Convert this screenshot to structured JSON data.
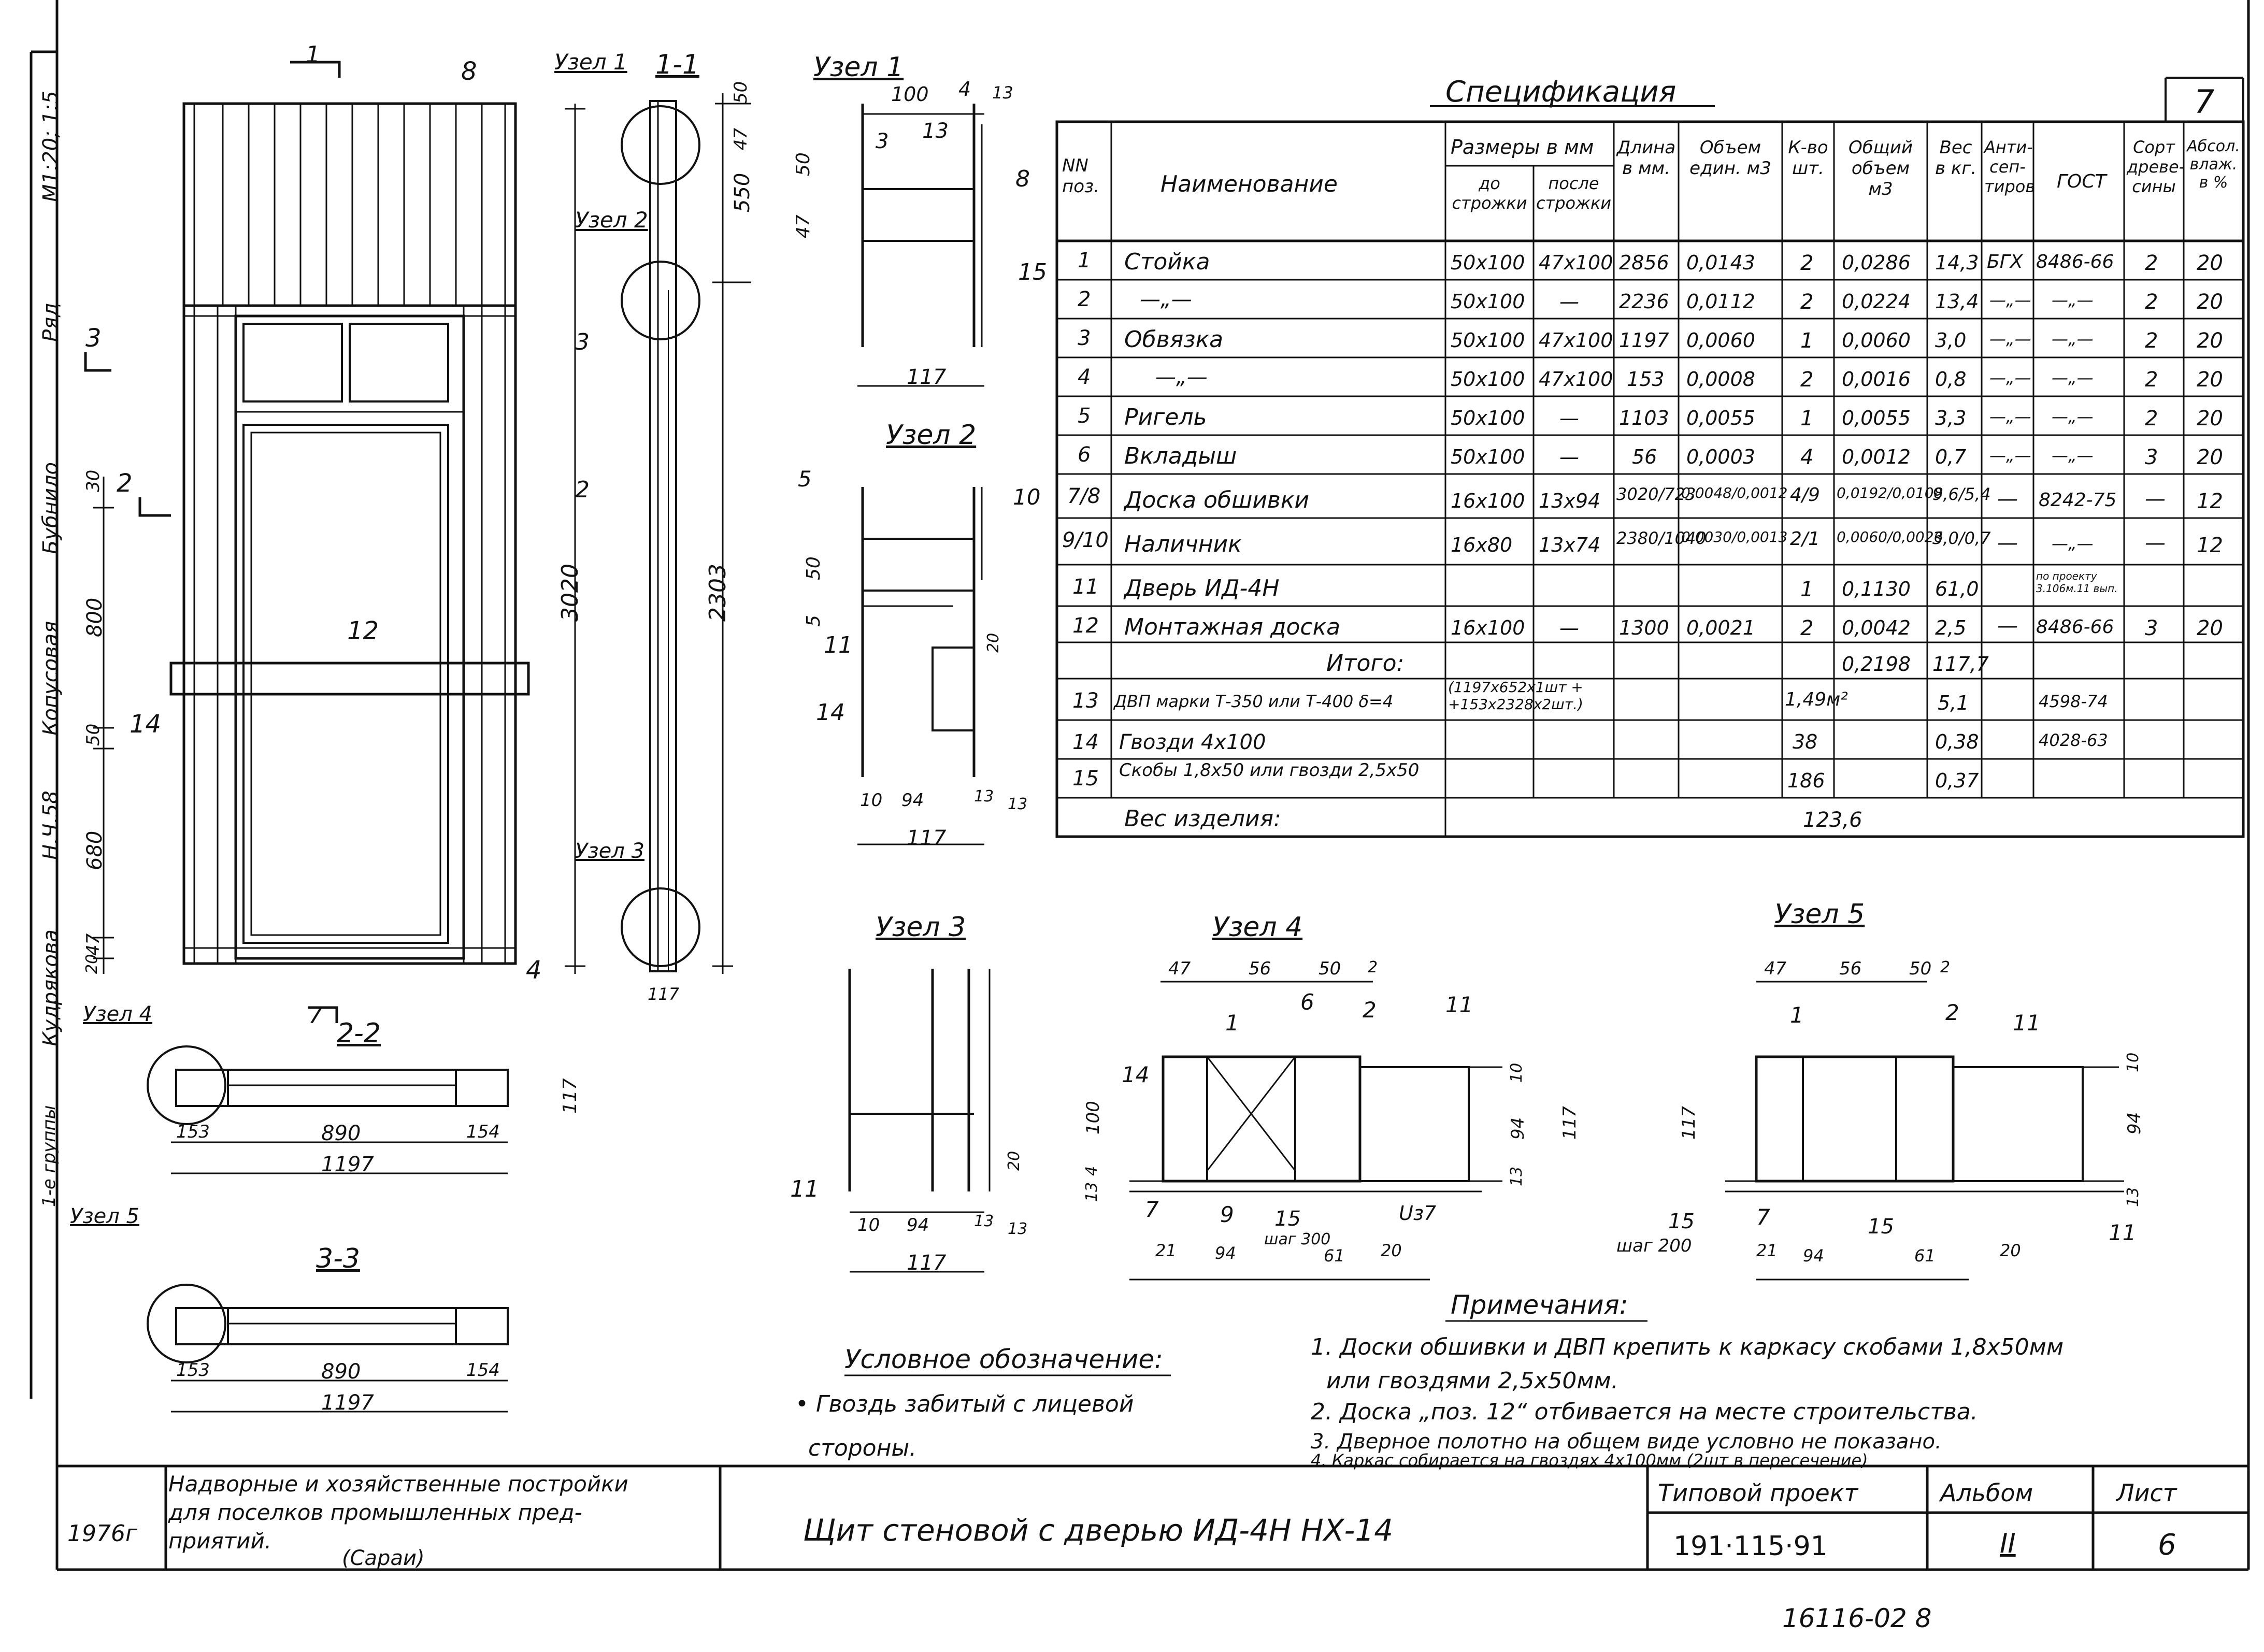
{
  "sheet_no": "7",
  "side_stamp": [
    "М1:20; 1:5",
    "Ряд",
    "Бубнило",
    "Копусовая",
    "Н.Ч.58",
    "Кудрякова",
    "1-е группы"
  ],
  "sections": {
    "s11": "1-1",
    "s22": "2-2",
    "s33": "3-3",
    "uzel1": "Узел 1",
    "uzel2": "Узел 2",
    "uzel3": "Узел 3",
    "uzel4": "Узел 4",
    "uzel5": "Узел 5",
    "arrow1": "1",
    "arrow2": "2",
    "arrow3": "3",
    "arrow7": "7"
  },
  "elevation_dims": {
    "d30": "30",
    "d800": "800",
    "d50": "50",
    "d680": "680",
    "d47": "47",
    "d20": "20",
    "d3020": "3020",
    "d2303": "2303",
    "d117": "117",
    "d550": "550",
    "d50b": "50",
    "d47b": "47"
  },
  "elevation_marks": {
    "m8": "8",
    "m12": "12",
    "m14": "14",
    "m4": "4",
    "m3": "3",
    "m2": "2"
  },
  "plan_dims": {
    "a153": "153",
    "a890": "890",
    "a154": "154",
    "a1197": "1197"
  },
  "spec": {
    "title": "Спецификация",
    "headers": {
      "nn": "NN поз.",
      "name": "Наименование",
      "sizes": "Размеры в мм",
      "before": "до строжки",
      "after": "после строжки",
      "length": "Длина в мм.",
      "vol_unit": "Объем един. м3",
      "qty": "К-во шт.",
      "vol_total": "Общий объем м3",
      "weight": "Вес в кг.",
      "antisep": "Анти-сеп-тиров",
      "gost": "ГОСТ",
      "sort": "Сорт древе-сины",
      "moist": "Абсол. влаж. в %"
    },
    "rows": [
      {
        "n": "1",
        "name": "Стойка",
        "before": "50х100",
        "after": "47х100",
        "len": "2856",
        "vu": "0,0143",
        "q": "2",
        "vt": "0,0286",
        "w": "14,3",
        "a": "БГХ",
        "g": "8486-66",
        "s": "2",
        "m": "20"
      },
      {
        "n": "2",
        "name": "—„—",
        "before": "50х100",
        "after": "—",
        "len": "2236",
        "vu": "0,0112",
        "q": "2",
        "vt": "0,0224",
        "w": "13,4",
        "a": "—„—",
        "g": "—„—",
        "s": "2",
        "m": "20"
      },
      {
        "n": "3",
        "name": "Обвязка",
        "before": "50х100",
        "after": "47х100",
        "len": "1197",
        "vu": "0,0060",
        "q": "1",
        "vt": "0,0060",
        "w": "3,0",
        "a": "—„—",
        "g": "—„—",
        "s": "2",
        "m": "20"
      },
      {
        "n": "4",
        "name": "—„—",
        "before": "50х100",
        "after": "47х100",
        "len": "153",
        "vu": "0,0008",
        "q": "2",
        "vt": "0,0016",
        "w": "0,8",
        "a": "—„—",
        "g": "—„—",
        "s": "2",
        "m": "20"
      },
      {
        "n": "5",
        "name": "Ригель",
        "before": "50х100",
        "after": "—",
        "len": "1103",
        "vu": "0,0055",
        "q": "1",
        "vt": "0,0055",
        "w": "3,3",
        "a": "—„—",
        "g": "—„—",
        "s": "2",
        "m": "20"
      },
      {
        "n": "6",
        "name": "Вкладыш",
        "before": "50х100",
        "after": "—",
        "len": "56",
        "vu": "0,0003",
        "q": "4",
        "vt": "0,0012",
        "w": "0,7",
        "a": "—„—",
        "g": "—„—",
        "s": "3",
        "m": "20"
      },
      {
        "n": "7/8",
        "name": "Доска обшивки",
        "before": "16х100",
        "after": "13х94",
        "len": "3020/723",
        "vu": "0,0048/0,0012",
        "q": "4/9",
        "vt": "0,0192/0,0108",
        "w": "9,6/5,4",
        "a": "—",
        "g": "8242-75",
        "s": "—",
        "m": "12"
      },
      {
        "n": "9/10",
        "name": "Наличник",
        "before": "16х80",
        "after": "13х74",
        "len": "2380/1040",
        "vu": "0,0030/0,0013",
        "q": "2/1",
        "vt": "0,0060/0,0026",
        "w": "3,0/0,7",
        "a": "—",
        "g": "—„—",
        "s": "—",
        "m": "12"
      },
      {
        "n": "11",
        "name": "Дверь ИД-4Н",
        "before": "",
        "after": "",
        "len": "",
        "vu": "",
        "q": "1",
        "vt": "0,1130",
        "w": "61,0",
        "a": "",
        "g": "по проекту 3.106м.11 вып.",
        "s": "",
        "m": ""
      },
      {
        "n": "12",
        "name": "Монтажная доска",
        "before": "16х100",
        "after": "—",
        "len": "1300",
        "vu": "0,0021",
        "q": "2",
        "vt": "0,0042",
        "w": "2,5",
        "a": "—",
        "g": "8486-66",
        "s": "3",
        "m": "20"
      }
    ],
    "itogo_label": "Итого:",
    "itogo_vt": "0,2198",
    "itogo_w": "117,7",
    "rows2": [
      {
        "n": "13",
        "name": "ДВП марки Т-350 или Т-400 δ=4",
        "sizes": "(1197х652х1шт + +153х2328х2шт.)",
        "q": "1,49м²",
        "w": "5,1",
        "g": "4598-74"
      },
      {
        "n": "14",
        "name": "Гвозди 4х100",
        "sizes": "",
        "q": "38",
        "w": "0,38",
        "g": "4028-63"
      },
      {
        "n": "15",
        "name": "Скобы 1,8х50 или гвозди 2,5х50",
        "sizes": "",
        "q": "186",
        "w": "0,37",
        "g": ""
      }
    ],
    "total_label": "Вес изделия:",
    "total_value": "123,6"
  },
  "uzel1_dims": {
    "w100": "100",
    "w4": "4",
    "w13": "13",
    "h50": "50",
    "h47": "47",
    "w117": "117",
    "m3": "3",
    "m13": "13",
    "m8": "8",
    "m15": "15"
  },
  "uzel2_dims": {
    "h50": "50",
    "h5": "5",
    "m5": "5",
    "m10": "10",
    "m11": "11",
    "m14": "14",
    "m20": "20",
    "w10": "10",
    "w94": "94",
    "w13a": "13",
    "w13b": "13",
    "w117": "117"
  },
  "uzel3_dims": {
    "m11": "11",
    "m20": "20",
    "w10": "10",
    "w94": "94",
    "w13a": "13",
    "w13b": "13",
    "w117": "117"
  },
  "uzel4_dims": {
    "w47": "47",
    "w56": "56",
    "w50": "50",
    "w2": "2",
    "m1": "1",
    "m6": "6",
    "m2": "2",
    "m11": "11",
    "m14": "14",
    "h100": "100",
    "h4": "4",
    "h13": "13",
    "h10": "10",
    "h94": "94",
    "h117": "117",
    "h13b": "13",
    "m7": "7",
    "m9": "9",
    "m15": "15",
    "step": "шаг 300",
    "m37": "Uз7",
    "w21": "21",
    "w94": "94",
    "w61": "61",
    "w20": "20"
  },
  "uzel5_dims": {
    "w47": "47",
    "w56": "56",
    "w50": "50",
    "w2": "2",
    "m1": "1",
    "m2": "2",
    "m11": "11",
    "h117": "117",
    "h10": "10",
    "h94": "94",
    "h13": "13",
    "m15": "15",
    "step": "шаг 200",
    "m7": "7",
    "w21": "21",
    "w94": "94",
    "m15b": "15",
    "w61": "61",
    "w20": "20",
    "m11b": "11"
  },
  "legend": {
    "title": "Условное обозначение:",
    "text1": "• Гвоздь забитый с лицевой",
    "text2": "стороны."
  },
  "notes": {
    "title": "Примечания:",
    "n1a": "1. Доски обшивки и ДВП крепить к каркасу скобами 1,8х50мм",
    "n1b": "или гвоздями 2,5х50мм.",
    "n2": "2. Доска „поз. 12“ отбивается на месте строительства.",
    "n3": "3. Дверное полотно на общем виде условно не показано.",
    "n4": "4. Каркас собирается на гвоздях 4х100мм (2шт в пересечение)"
  },
  "title_block": {
    "year": "1976г",
    "project_desc1": "Надворные и хозяйственные постройки",
    "project_desc2": "для поселков промышленных пред-",
    "project_desc3": "приятий.",
    "project_desc4": "(Сараи)",
    "drawing_title": "Щит стеновой с дверью ИД-4Н  НХ-14",
    "typ_label": "Типовой проект",
    "typ_value": "191·115·91",
    "album_label": "Альбом",
    "album_value": "II",
    "sheet_label": "Лист",
    "sheet_value": "6"
  },
  "footer_code": "16116-02   8"
}
